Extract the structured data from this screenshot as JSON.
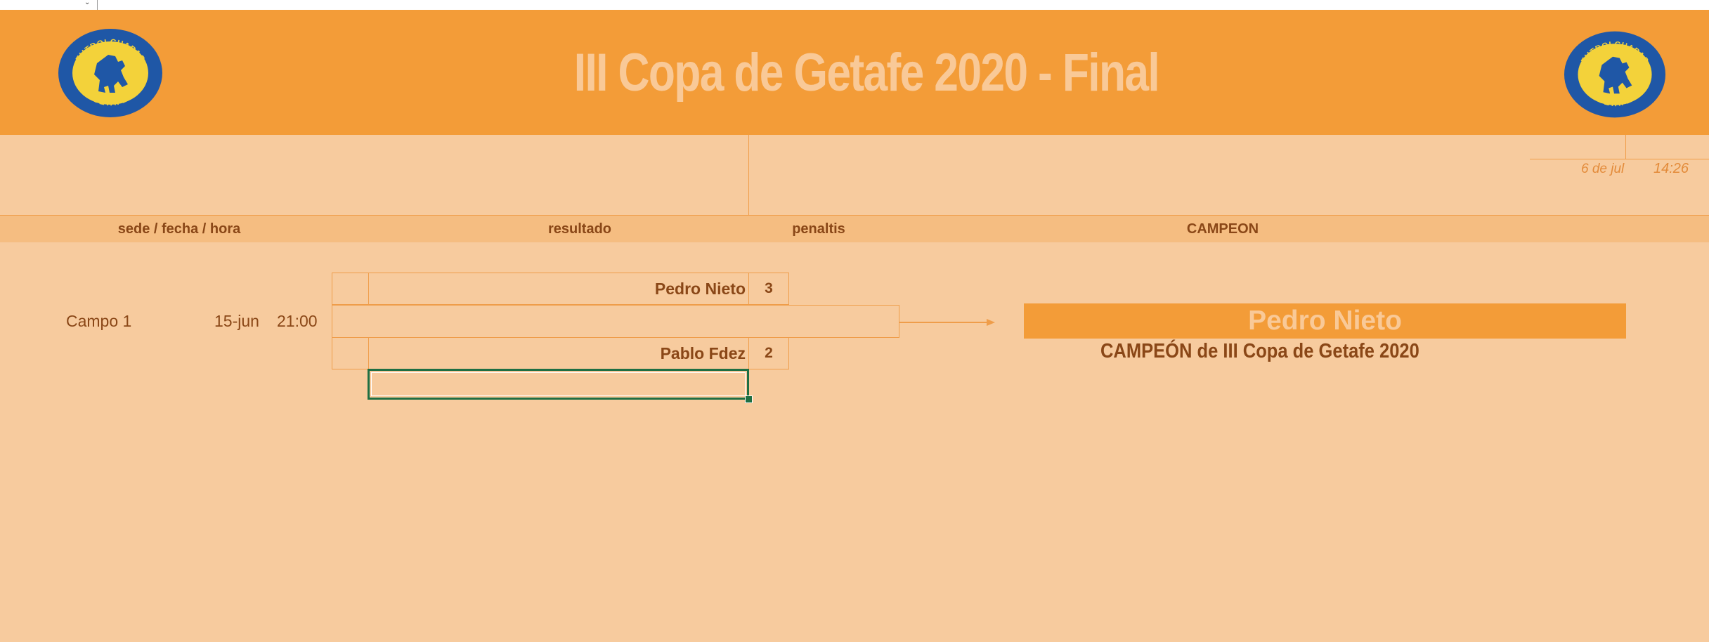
{
  "header": {
    "title": "III Copa de Getafe 2020 - Final",
    "logo_left": {
      "top_text": "FUTBOLCHAPAS",
      "bottom_text": "GETAFE",
      "icon": "lion-crest-icon"
    },
    "logo_right": {
      "top_text": "FUTBOLCHAPAS",
      "bottom_text": "GETAFE",
      "icon": "lion-crest-icon"
    }
  },
  "timestamp": {
    "date": "6 de jul",
    "time": "14:26"
  },
  "columns": {
    "venue_date_time": "sede / fecha / hora",
    "result": "resultado",
    "penalties": "penaltis",
    "champion": "CAMPEON"
  },
  "match": {
    "venue": "Campo 1",
    "date": "15-jun",
    "time": "21:00",
    "home": {
      "name": "Pedro Nieto",
      "score": "3"
    },
    "away": {
      "name": "Pablo Fdez",
      "score": "2"
    }
  },
  "champion": {
    "name": "Pedro Nieto",
    "subtitle": "CAMPEÓN de III Copa de Getafe 2020"
  },
  "colors": {
    "header_orange": "#f39c38",
    "background_peach": "#f7cb9e",
    "text_brown": "#8a4717",
    "title_light": "#f9c997",
    "selection_green": "#1f6f43"
  }
}
